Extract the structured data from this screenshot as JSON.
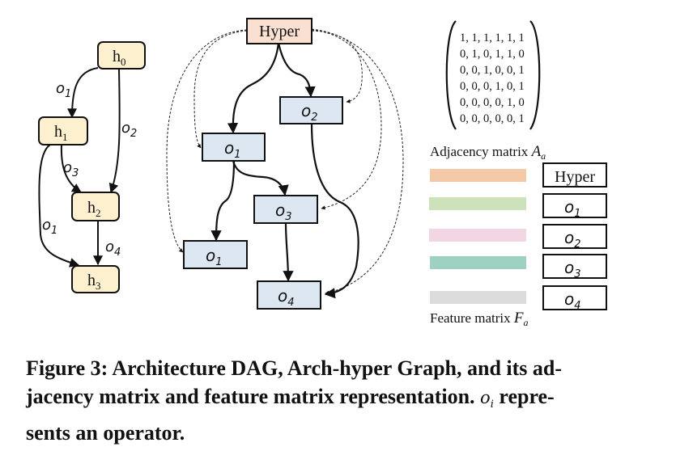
{
  "figure": {
    "dag": {
      "nodes": [
        {
          "id": "h0",
          "base": "h",
          "sub": "0"
        },
        {
          "id": "h1",
          "base": "h",
          "sub": "1"
        },
        {
          "id": "h2",
          "base": "h",
          "sub": "2"
        },
        {
          "id": "h3",
          "base": "h",
          "sub": "3"
        }
      ],
      "edges": [
        {
          "from": "h0",
          "to": "h1",
          "label_base": "o",
          "label_sub": "1"
        },
        {
          "from": "h0",
          "to": "h2",
          "label_base": "o",
          "label_sub": "2"
        },
        {
          "from": "h1",
          "to": "h2",
          "label_base": "o",
          "label_sub": "3"
        },
        {
          "from": "h1",
          "to": "h3",
          "label_base": "o",
          "label_sub": "1"
        },
        {
          "from": "h2",
          "to": "h3",
          "label_base": "o",
          "label_sub": "4"
        }
      ],
      "node_fill": "#fdf0cf"
    },
    "hyper_graph": {
      "hyper_node": {
        "label": "Hyper",
        "fill": "#f9e0d0"
      },
      "op_nodes": [
        {
          "id": "o1a",
          "base": "o",
          "sub": "1"
        },
        {
          "id": "o2",
          "base": "o",
          "sub": "2"
        },
        {
          "id": "o3",
          "base": "o",
          "sub": "3"
        },
        {
          "id": "o1b",
          "base": "o",
          "sub": "1"
        },
        {
          "id": "o4",
          "base": "o",
          "sub": "4"
        }
      ],
      "op_fill": "#dde7f2",
      "solid_edges": [
        {
          "from": "Hyper",
          "to": "o1a"
        },
        {
          "from": "Hyper",
          "to": "o2"
        },
        {
          "from": "o1a",
          "to": "o3"
        },
        {
          "from": "o1a",
          "to": "o1b"
        },
        {
          "from": "o3",
          "to": "o4"
        },
        {
          "from": "o2",
          "to": "o4"
        }
      ],
      "dashed_edges": [
        {
          "from": "Hyper",
          "to": "o1a"
        },
        {
          "from": "Hyper",
          "to": "o1b"
        },
        {
          "from": "Hyper",
          "to": "o2"
        },
        {
          "from": "Hyper",
          "to": "o3"
        },
        {
          "from": "Hyper",
          "to": "o4"
        }
      ]
    },
    "adjacency": {
      "rows": [
        "1, 1, 1, 1, 1, 1",
        "0, 1, 0, 1, 1, 0",
        "0, 0, 1, 0, 0, 1",
        "0, 0, 0, 1, 0, 1",
        "0, 0, 0, 0, 1, 0",
        "0, 0, 0, 0, 0, 1"
      ],
      "label_text": "Adjacency matrix ",
      "label_math_base": "A",
      "label_math_sub": "a"
    },
    "feature": {
      "rows": [
        {
          "color": "#f3c9a8",
          "label": "Hyper",
          "is_math": false
        },
        {
          "color": "#cde2bb",
          "base": "o",
          "sub": "1",
          "is_math": true
        },
        {
          "color": "#f2d6e4",
          "base": "o",
          "sub": "2",
          "is_math": true
        },
        {
          "color": "#9dd1c3",
          "base": "o",
          "sub": "3",
          "is_math": true
        },
        {
          "color": "#dcdcdc",
          "base": "o",
          "sub": "4",
          "is_math": true
        }
      ],
      "label_text": "Feature matrix ",
      "label_math_base": "F",
      "label_math_sub": "a"
    }
  },
  "caption": {
    "line1": "Figure 3: Architecture DAG, Arch-hyper Graph, and its ad-",
    "line2_pre": "jacency matrix and feature matrix representation. ",
    "math_base": "o",
    "math_sub": "i",
    "line2_post": " repre-",
    "line3": "sents an operator."
  }
}
